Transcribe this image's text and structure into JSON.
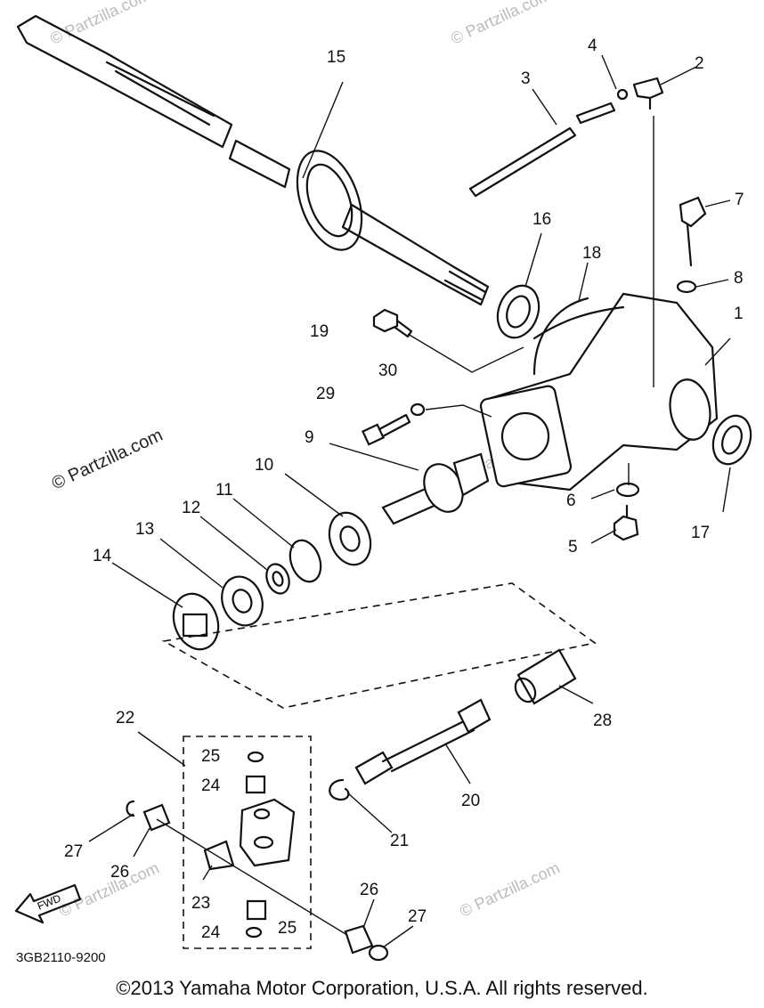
{
  "diagram_code": "3GB2110-9200",
  "copyright": "©2013  Yamaha Motor Corporation, U.S.A. All rights reserved.",
  "watermark": "© Partzilla.com",
  "fwd_label": "FWD",
  "callouts": {
    "c1": "1",
    "c2": "2",
    "c3": "3",
    "c4": "4",
    "c5": "5",
    "c6": "6",
    "c7": "7",
    "c8": "8",
    "c9": "9",
    "c10": "10",
    "c11": "11",
    "c12": "12",
    "c13": "13",
    "c14": "14",
    "c15": "15",
    "c16": "16",
    "c17": "17",
    "c18": "18",
    "c19": "19",
    "c20": "20",
    "c21": "21",
    "c22": "22",
    "c23": "23",
    "c24a": "24",
    "c24b": "24",
    "c25a": "25",
    "c25b": "25",
    "c26a": "26",
    "c26b": "26",
    "c27a": "27",
    "c27b": "27",
    "c28": "28",
    "c29": "29",
    "c30": "30"
  }
}
